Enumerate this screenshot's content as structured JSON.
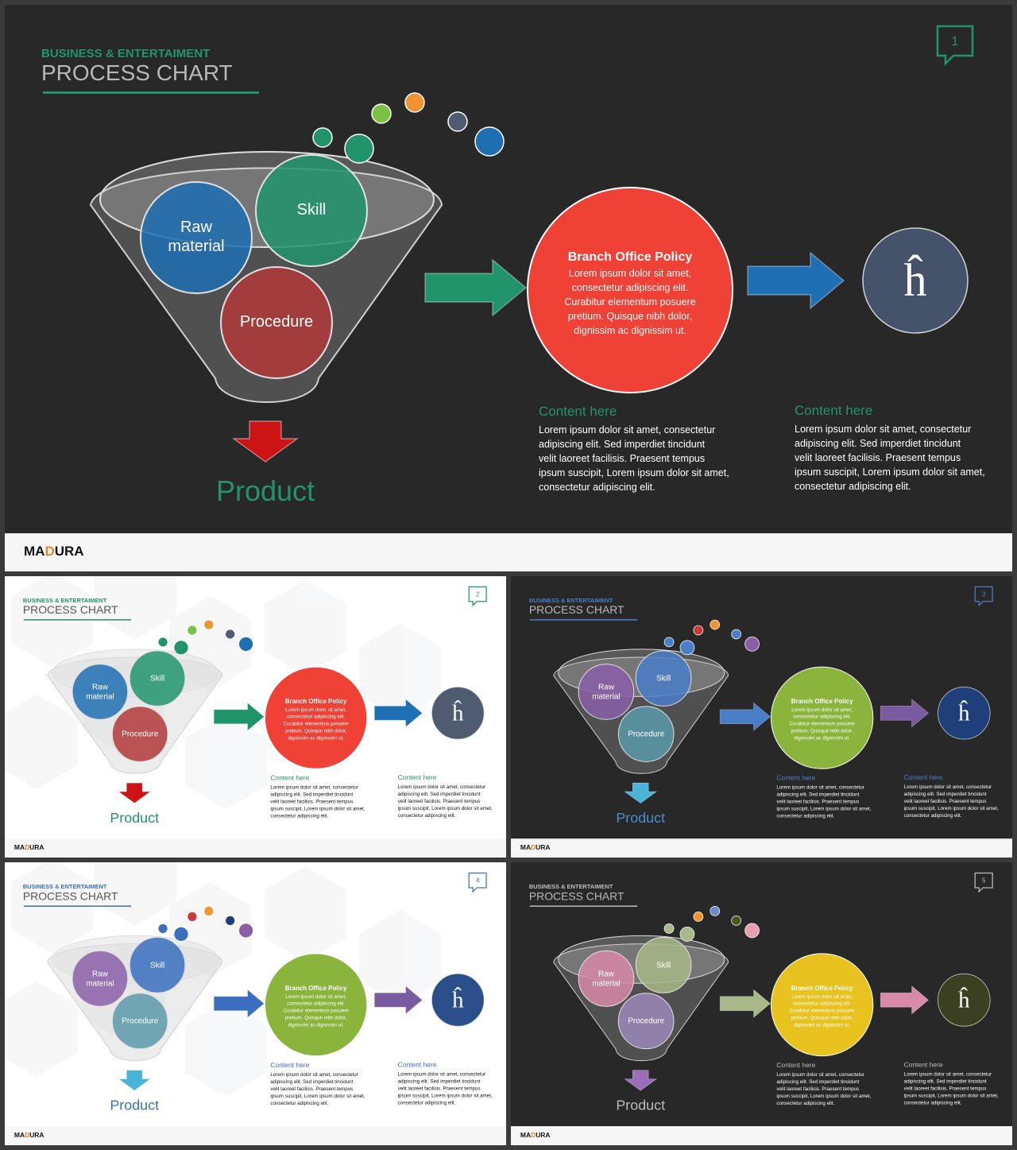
{
  "logo": {
    "pre": "MA",
    "accent": "D",
    "post": "URA",
    "accent_color": "#e8852a"
  },
  "icons": {
    "page_badge": "speech-bubble-icon",
    "arrow": "right-arrow-icon",
    "down_arrow": "down-arrow-icon",
    "end_symbol": "h-hat-icon"
  },
  "slides": [
    {
      "page": "1",
      "theme": "dark",
      "subtitle": "BUSINESS & ENTERTAIMENT",
      "title": "PROCESS CHART",
      "circles": {
        "raw": "Raw material",
        "skill": "Skill",
        "procedure": "Procedure"
      },
      "policy": {
        "title": "Branch Office Policy",
        "body": "Lorem ipsum dolor sit amet, consectetur adipiscing elit. Curabitur elementum posuere pretium. Quisque nibh dolor, dignissim ac dignissim ut."
      },
      "symbol": "ĥ",
      "product": "Product",
      "content": [
        {
          "heading": "Content here",
          "body": "Lorem ipsum dolor sit amet, consectetur adipiscing elit. Sed imperdiet tincidunt velit laoreet facilisis. Praesent tempus ipsum suscipit, Lorem ipsum dolor sit amet, consectetur adipiscing elit."
        },
        {
          "heading": "Content here",
          "body": "Lorem ipsum dolor sit amet, consectetur adipiscing elit. Sed imperdiet tincidunt velit laoreet facilisis. Praesent tempus ipsum suscipit, Lorem ipsum dolor sit amet, consectetur adipiscing elit."
        }
      ],
      "colors": {
        "bg": "#282828",
        "accent": "#21946c",
        "c_raw": "#1e6fb3",
        "c_skill": "#21946c",
        "c_proc": "#b23a3a",
        "arrow1": "#21946c",
        "policy": "#ef4136",
        "arrow2": "#1e6fb3",
        "end": "#44536a",
        "down": "#cc1414",
        "product": "#21946c",
        "bubbles": [
          "#21946c",
          "#21946c",
          "#7cc242",
          "#f09330",
          "#4f5b70",
          "#1e6fb3"
        ]
      }
    },
    {
      "page": "2",
      "theme": "light",
      "subtitle": "BUSINESS & ENTERTAIMENT",
      "title": "PROCESS CHART",
      "circles": {
        "raw": "Raw material",
        "skill": "Skill",
        "procedure": "Procedure"
      },
      "policy": {
        "title": "Branch Office Policy",
        "body": "Lorem ipsum dolor sit amet, consectetur adipiscing elit. Curabitur elementum posuere pretium. Quisque nibh dolor, dignissim ac dignissim ut."
      },
      "symbol": "ĥ",
      "product": "Product",
      "content": [
        {
          "heading": "Content here",
          "body": "Lorem ipsum dolor sit amet, consectetur adipiscing elit. Sed imperdiet tincidunt velit laoreet facilisis. Praesent tempus ipsum suscipit, Lorem ipsum dolor sit amet, consectetur adipiscing elit."
        },
        {
          "heading": "Content here",
          "body": "Lorem ipsum dolor sit amet, consectetur adipiscing elit. Sed imperdiet tincidunt velit laoreet facilisis. Praesent tempus ipsum suscipit, Lorem ipsum dolor sit amet, consectetur adipiscing elit."
        }
      ],
      "colors": {
        "bg": "#ffffff",
        "accent": "#21946c",
        "c_raw": "#1e6fb3",
        "c_skill": "#21946c",
        "c_proc": "#b23a3a",
        "arrow1": "#21946c",
        "policy": "#ef4136",
        "arrow2": "#1e6fb3",
        "end": "#4f5b70",
        "down": "#cc1414",
        "product": "#21946c",
        "bubbles": [
          "#21946c",
          "#21946c",
          "#7cc242",
          "#f09330",
          "#4f5b70",
          "#1e6fb3"
        ]
      }
    },
    {
      "page": "3",
      "theme": "dark",
      "subtitle": "BUSINESS & ENTERTAIMENT",
      "title": "PROCESS CHART",
      "circles": {
        "raw": "Raw material",
        "skill": "Skill",
        "procedure": "Procedure"
      },
      "policy": {
        "title": "Branch Office Policy",
        "body": "Lorem ipsum dolor sit amet, consectetur adipiscing elit. Curabitur elementum posuere pretium. Quisque nibh dolor, dignissim ac dignissim ut."
      },
      "symbol": "ĥ",
      "product": "Product",
      "content": [
        {
          "heading": "Content here",
          "body": "Lorem ipsum dolor sit amet, consectetur adipiscing elit. Sed imperdiet tincidunt velit laoreet facilisis. Praesent tempus ipsum suscipit, Lorem ipsum dolor sit amet, consectetur adipiscing elit."
        },
        {
          "heading": "Content here",
          "body": "Lorem ipsum dolor sit amet, consectetur adipiscing elit. Sed imperdiet tincidunt velit laoreet facilisis. Praesent tempus ipsum suscipit, Lorem ipsum dolor sit amet, consectetur adipiscing elit."
        }
      ],
      "colors": {
        "bg": "#282828",
        "accent": "#4a7ec8",
        "c_raw": "#8a5fa8",
        "c_skill": "#4a7ec8",
        "c_proc": "#5a9aaa",
        "arrow1": "#4a7ec8",
        "policy": "#8ab43c",
        "arrow2": "#7a5aa0",
        "end": "#1e3f7a",
        "down": "#4ab4d8",
        "product": "#4a8ec8",
        "bubbles": [
          "#4a7ec8",
          "#4a7ec8",
          "#c83a3a",
          "#f09330",
          "#4a7ec8",
          "#8a5fa8"
        ]
      }
    },
    {
      "page": "4",
      "theme": "light",
      "subtitle": "BUSINESS & ENTERTAIMENT",
      "title": "PROCESS CHART",
      "circles": {
        "raw": "Raw material",
        "skill": "Skill",
        "procedure": "Procedure"
      },
      "policy": {
        "title": "Branch Office Policy",
        "body": "Lorem ipsum dolor sit amet, consectetur adipiscing elit. Curabitur elementum posuere pretium. Quisque nibh dolor, dignissim ac dignissim ut."
      },
      "symbol": "ĥ",
      "product": "Product",
      "content": [
        {
          "heading": "Content here",
          "body": "Lorem ipsum dolor sit amet, consectetur adipiscing elit. Sed imperdiet tincidunt velit laoreet facilisis. Praesent tempus ipsum suscipit, Lorem ipsum dolor sit amet, consectetur adipiscing elit."
        },
        {
          "heading": "Content here",
          "body": "Lorem ipsum dolor sit amet, consectetur adipiscing elit. Sed imperdiet tincidunt velit laoreet facilisis. Praesent tempus ipsum suscipit, Lorem ipsum dolor sit amet, consectetur adipiscing elit."
        }
      ],
      "colors": {
        "bg": "#ffffff",
        "accent": "#3a6fbf",
        "c_raw": "#8a5fa8",
        "c_skill": "#3a6fbf",
        "c_proc": "#5a9aaa",
        "arrow1": "#3a6fbf",
        "policy": "#8ab43c",
        "arrow2": "#7a5aa0",
        "end": "#2a4f8a",
        "down": "#4ab4d8",
        "product": "#3a6fbf",
        "bubbles": [
          "#3a6fbf",
          "#3a6fbf",
          "#c83a3a",
          "#f09330",
          "#1e3f7a",
          "#8a5fa8"
        ]
      }
    },
    {
      "page": "5",
      "theme": "dark",
      "subtitle": "BUSINESS & ENTERTAIMENT",
      "title": "PROCESS CHART",
      "circles": {
        "raw": "Raw material",
        "skill": "Skill",
        "procedure": "Procedure"
      },
      "policy": {
        "title": "Branch Office Policy",
        "body": "Lorem ipsum dolor sit amet, consectetur adipiscing elit. Curabitur elementum posuere pretium. Quisque nibh dolor, dignissim ac dignissim ut."
      },
      "symbol": "ĥ",
      "product": "Product",
      "content": [
        {
          "heading": "Content here",
          "body": "Lorem ipsum dolor sit amet, consectetur adipiscing elit. Sed imperdiet tincidunt velit laoreet facilisis. Praesent tempus ipsum suscipit, Lorem ipsum dolor sit amet, consectetur adipiscing elit."
        },
        {
          "heading": "Content here",
          "body": "Lorem ipsum dolor sit amet, consectetur adipiscing elit. Sed imperdiet tincidunt velit laoreet facilisis. Praesent tempus ipsum suscipit, Lorem ipsum dolor sit amet, consectetur adipiscing elit."
        }
      ],
      "colors": {
        "bg": "#282828",
        "accent": "#bdbdbd",
        "c_raw": "#d88aa8",
        "c_skill": "#a8b888",
        "c_proc": "#9a8ab8",
        "arrow1": "#a8b888",
        "policy": "#e8c21e",
        "arrow2": "#d88aa8",
        "end": "#3a4020",
        "down": "#9a6fb8",
        "product": "#bdbdbd",
        "bubbles": [
          "#a8b888",
          "#a8b888",
          "#f09330",
          "#6a8ac8",
          "#4a5a20",
          "#e8a0b0"
        ]
      }
    }
  ]
}
